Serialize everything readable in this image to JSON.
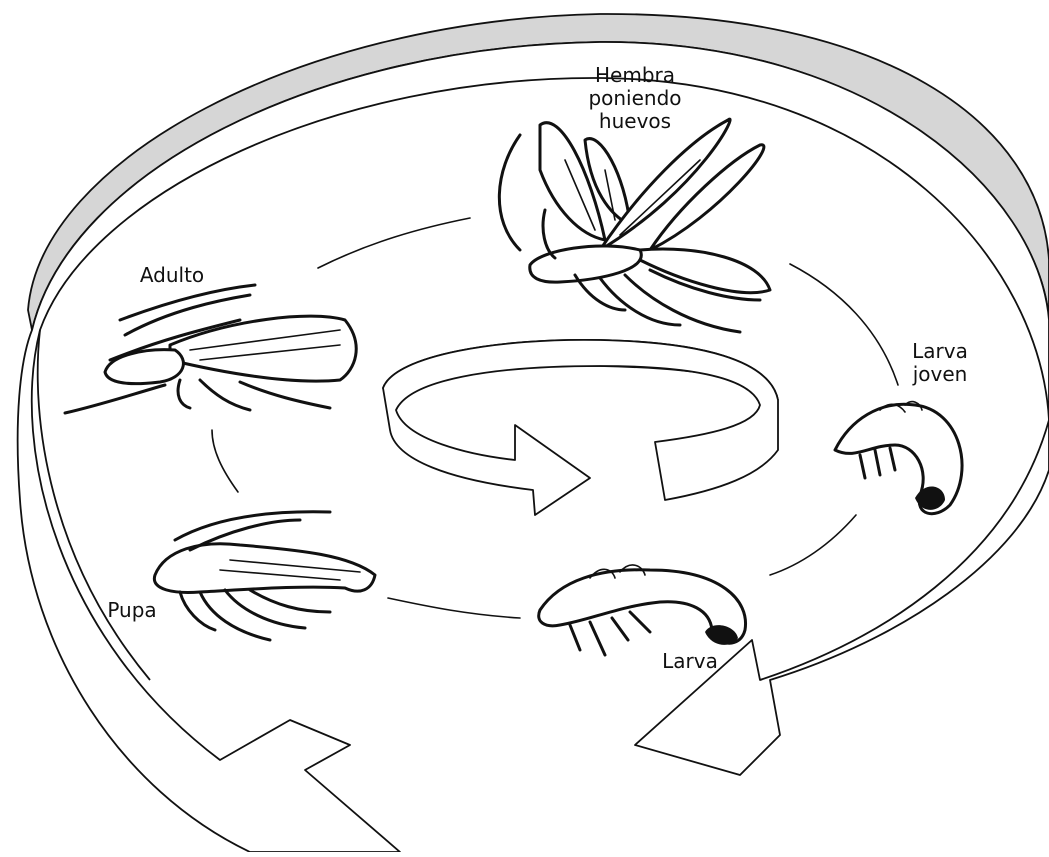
{
  "diagram": {
    "type": "life-cycle",
    "colors": {
      "ink": "#111111",
      "band_shade": "#d6d6d6",
      "background": "#ffffff"
    },
    "stages": {
      "hembra": {
        "label_lines": [
          "Hembra",
          "poniendo",
          "huevos"
        ]
      },
      "larva_joven": {
        "label_lines": [
          "Larva",
          "joven"
        ]
      },
      "larva": {
        "label": "Larva"
      },
      "pupa": {
        "label": "Pupa"
      },
      "adulto": {
        "label": "Adulto"
      }
    }
  }
}
